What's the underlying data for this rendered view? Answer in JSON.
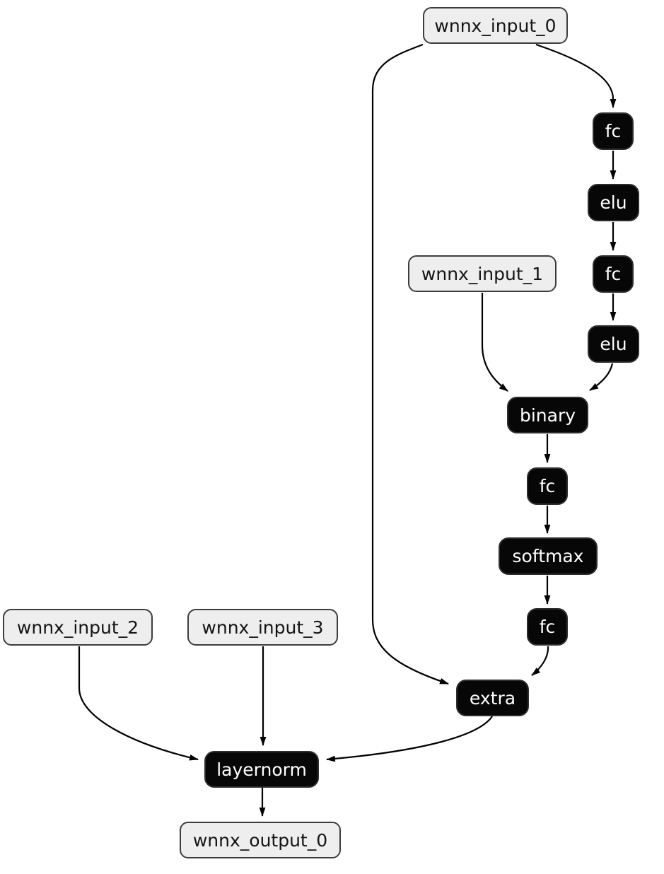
{
  "diagram": {
    "kind": "computation-graph",
    "nodes": {
      "input0": {
        "label": "wnnx_input_0",
        "kind": "input"
      },
      "fc1": {
        "label": "fc",
        "kind": "op"
      },
      "elu1": {
        "label": "elu",
        "kind": "op"
      },
      "input1": {
        "label": "wnnx_input_1",
        "kind": "input"
      },
      "fc2": {
        "label": "fc",
        "kind": "op"
      },
      "elu2": {
        "label": "elu",
        "kind": "op"
      },
      "binary1": {
        "label": "binary",
        "kind": "op"
      },
      "fc3": {
        "label": "fc",
        "kind": "op"
      },
      "softmax1": {
        "label": "softmax",
        "kind": "op"
      },
      "fc4": {
        "label": "fc",
        "kind": "op"
      },
      "extra1": {
        "label": "extra",
        "kind": "op"
      },
      "input2": {
        "label": "wnnx_input_2",
        "kind": "input"
      },
      "input3": {
        "label": "wnnx_input_3",
        "kind": "input"
      },
      "layernorm1": {
        "label": "layernorm",
        "kind": "op"
      },
      "output0": {
        "label": "wnnx_output_0",
        "kind": "output"
      }
    },
    "edges": [
      {
        "from": "input0",
        "to": "fc1"
      },
      {
        "from": "input0",
        "to": "extra1"
      },
      {
        "from": "fc1",
        "to": "elu1"
      },
      {
        "from": "elu1",
        "to": "fc2"
      },
      {
        "from": "fc2",
        "to": "elu2"
      },
      {
        "from": "input1",
        "to": "binary1"
      },
      {
        "from": "elu2",
        "to": "binary1"
      },
      {
        "from": "binary1",
        "to": "fc3"
      },
      {
        "from": "fc3",
        "to": "softmax1"
      },
      {
        "from": "softmax1",
        "to": "fc4"
      },
      {
        "from": "fc4",
        "to": "extra1"
      },
      {
        "from": "extra1",
        "to": "layernorm1"
      },
      {
        "from": "input2",
        "to": "layernorm1"
      },
      {
        "from": "input3",
        "to": "layernorm1"
      },
      {
        "from": "layernorm1",
        "to": "output0"
      }
    ]
  },
  "colors": {
    "background": "#ffffff",
    "io_fill": "#eeeeee",
    "io_border": "#3d3d3d",
    "io_text": "#141414",
    "op_fill": "#070707",
    "op_border": "#2e2e2e",
    "op_text": "#ffffff",
    "edge": "#000000"
  }
}
